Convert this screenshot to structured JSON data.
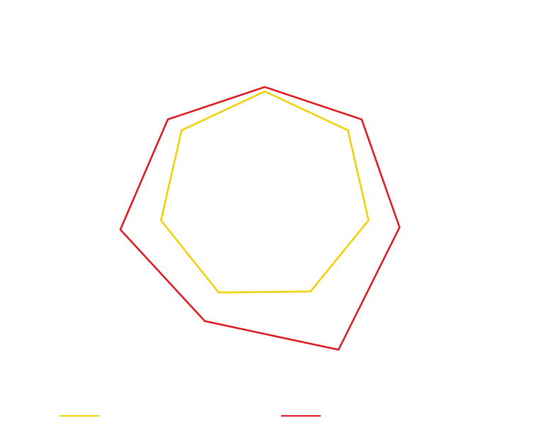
{
  "chart_data": {
    "type": "radar",
    "title": "",
    "axis_count": 7,
    "grid": false,
    "axis_labels_shown": false,
    "legend_position": "bottom",
    "series": [
      {
        "name": "",
        "color": "#f2d000",
        "values": [
          0.96,
          0.97,
          0.97,
          0.96,
          0.97,
          0.97,
          0.97
        ]
      },
      {
        "name": "",
        "color": "#e0151b",
        "values": [
          1.0,
          1.13,
          1.26,
          1.55,
          1.26,
          1.35,
          1.13
        ]
      }
    ]
  }
}
